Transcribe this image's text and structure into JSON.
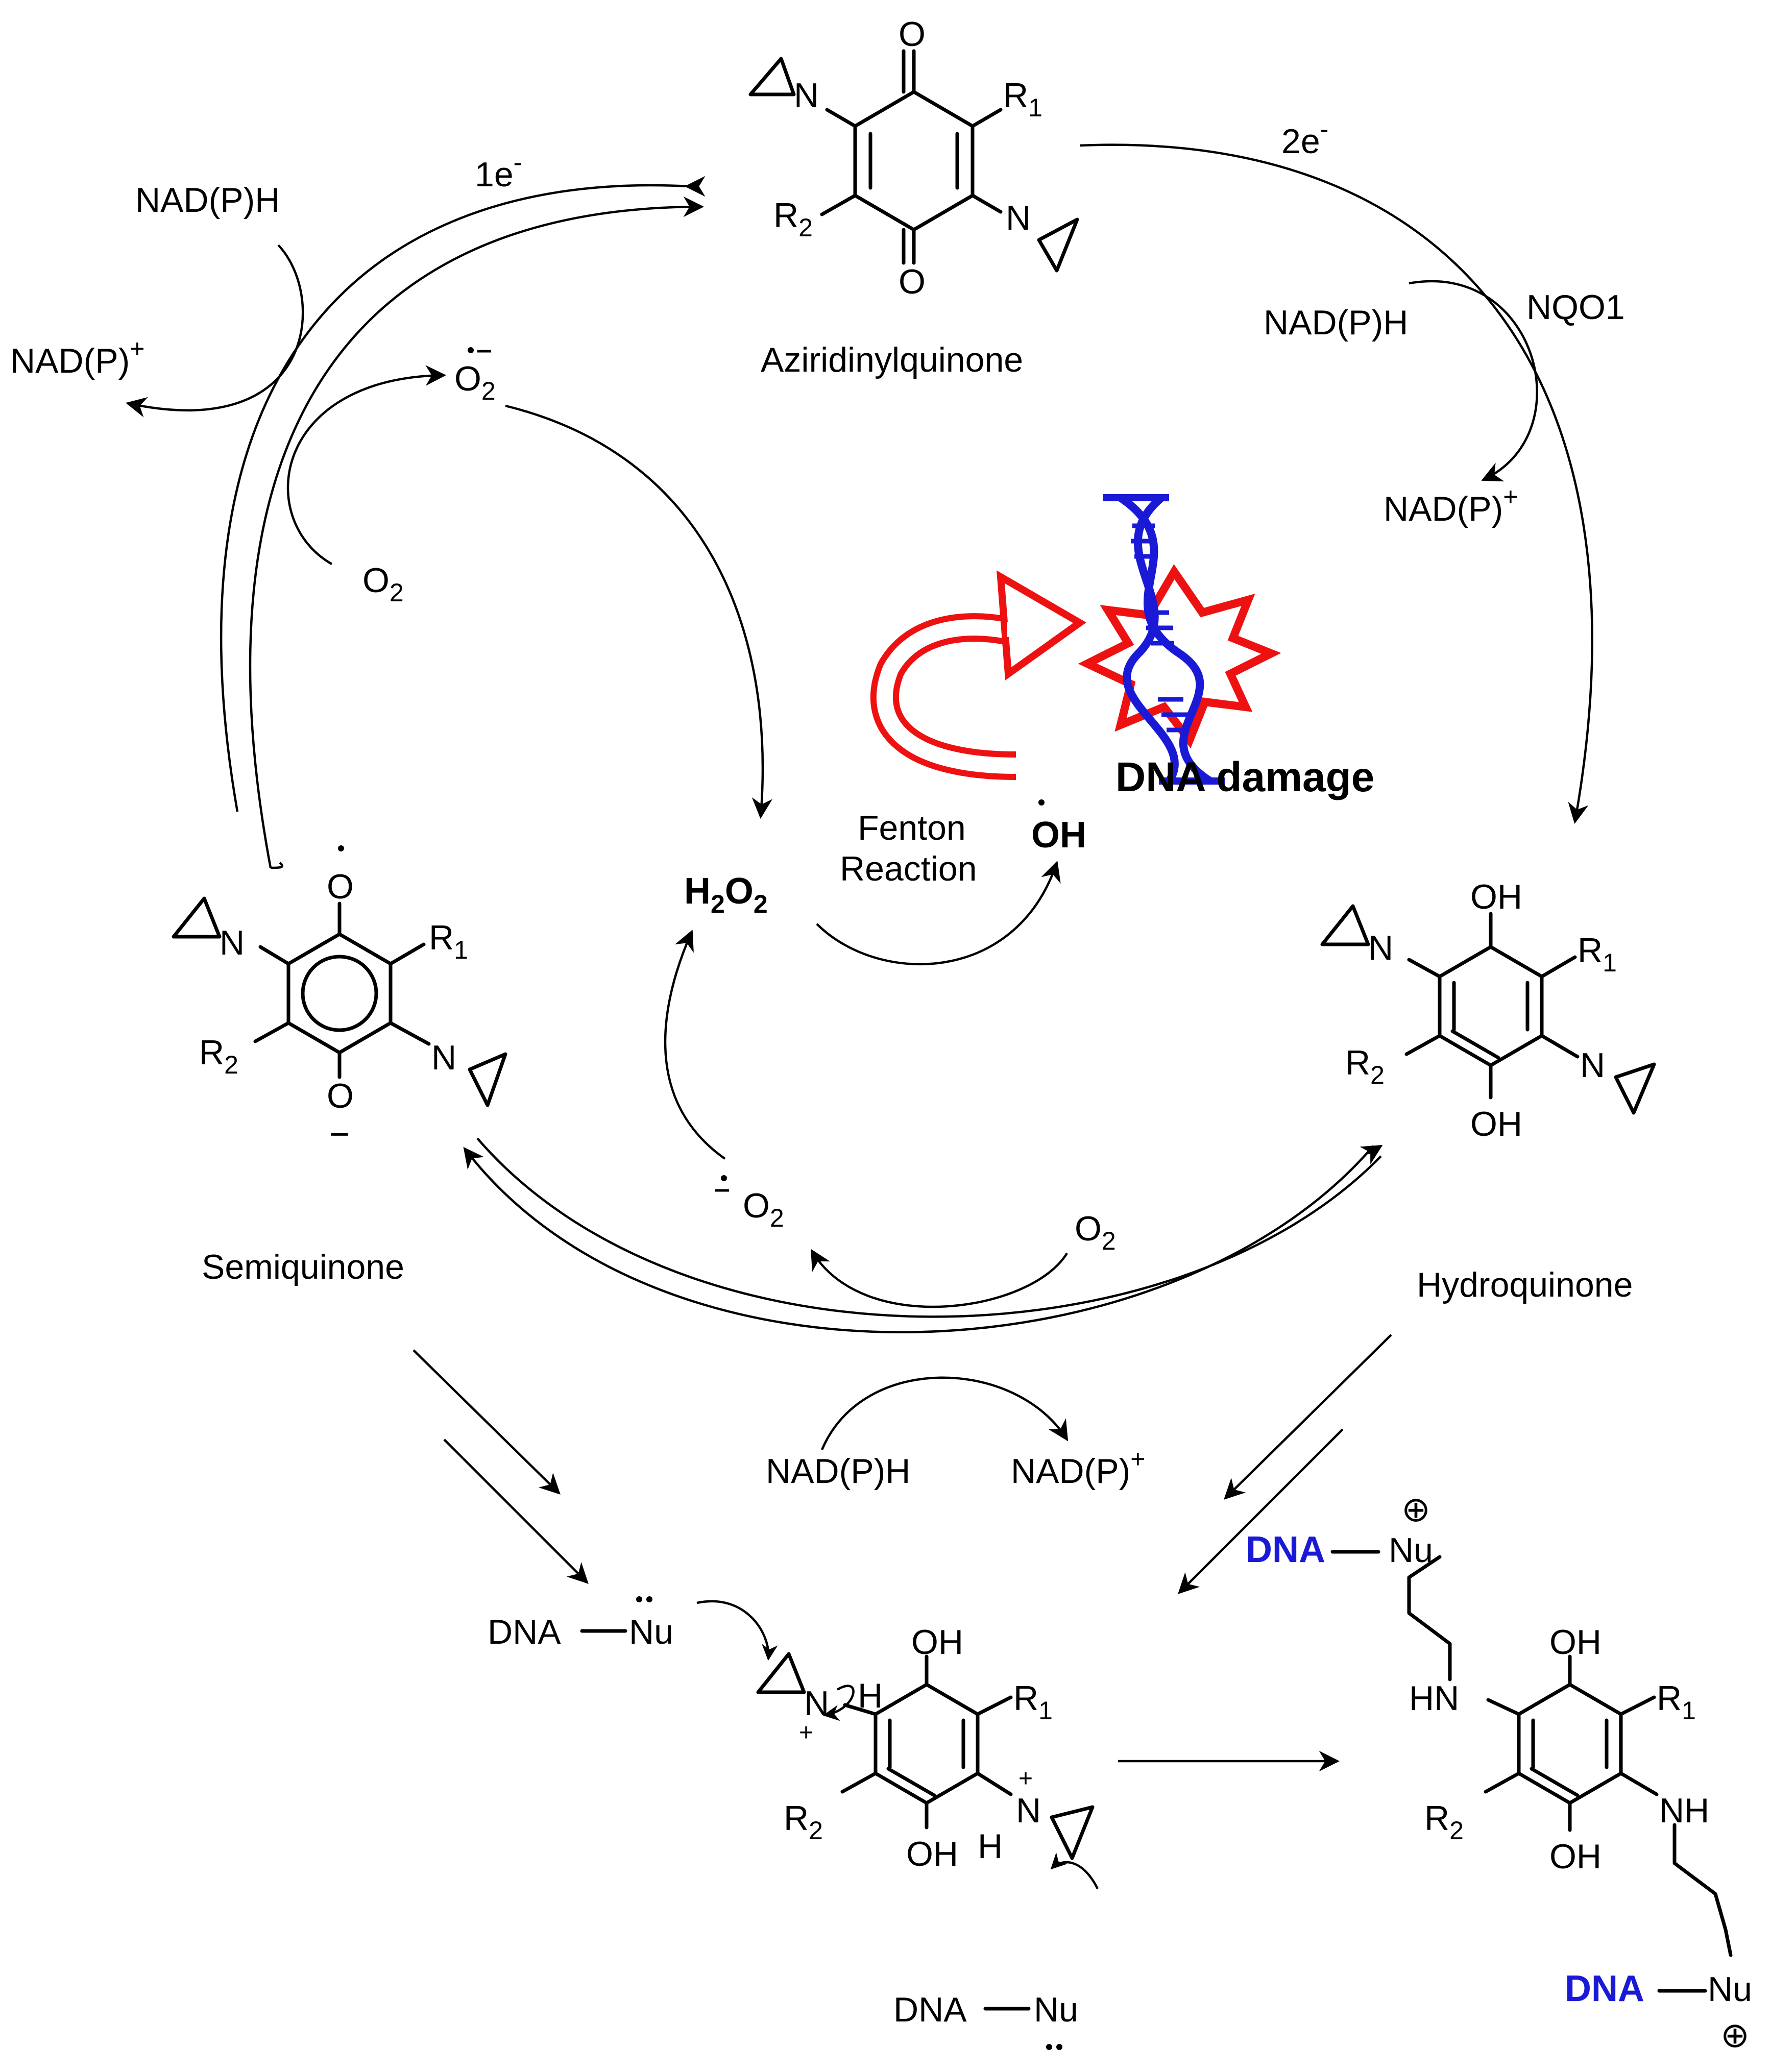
{
  "compounds": {
    "quinone": {
      "name": "Aziridinylquinone"
    },
    "semiquinone": {
      "name": "Semiquinone"
    },
    "hydroquinone": {
      "name": "Hydroquinone"
    }
  },
  "atoms": {
    "O": "O",
    "OH": "OH",
    "N": "N",
    "NH": "NH",
    "HN": "HN",
    "H": "H",
    "R": "R",
    "sub1": "1",
    "sub2": "2",
    "plus": "+",
    "minus": "−",
    "circled_plus": "⊕"
  },
  "reagents": {
    "nadph": "NAD(P)H",
    "nadp": "NAD(P)",
    "plus": "+",
    "o2": "O",
    "o2_sub": "2",
    "h2o2_h": "H",
    "h2o2_o": "O",
    "h2o2_sub": "2",
    "oh_radical": "OH",
    "nqo1": "NQO1",
    "one_e": "1e",
    "two_e": "2e",
    "e_sup": "-"
  },
  "fenton": {
    "line1": "Fenton",
    "line2": "Reaction"
  },
  "dna_damage": "DNA damage",
  "nucleophile": {
    "dna": "DNA",
    "nu": "Nu"
  },
  "colors": {
    "arrow_red": "#ee1111",
    "dna_blue": "#1a1ad6"
  }
}
